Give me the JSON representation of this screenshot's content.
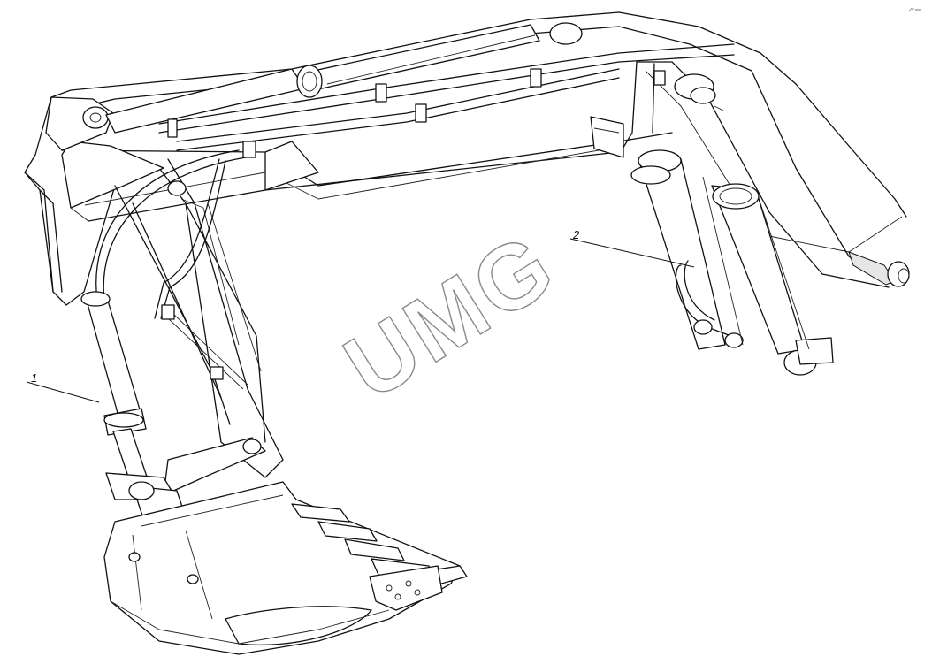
{
  "drawing": {
    "callouts": [
      {
        "id": "1",
        "label": "1"
      },
      {
        "id": "2",
        "label": "2"
      }
    ],
    "watermark": "UMG",
    "corner_mark": "₄ˢᵇ ₘₘ",
    "colors": {
      "line": "#111111",
      "background": "#ffffff",
      "watermark": "#8a8a8a"
    }
  }
}
